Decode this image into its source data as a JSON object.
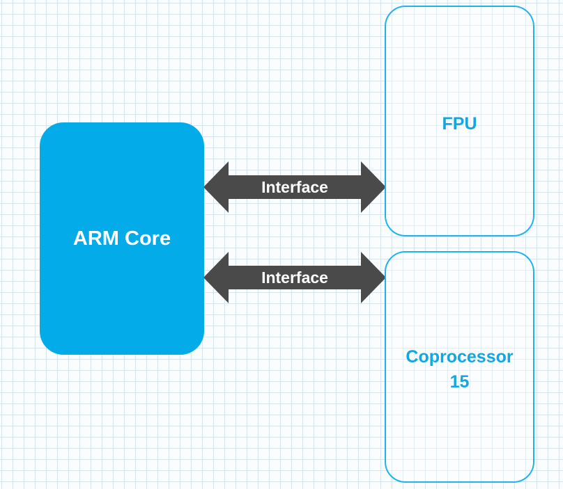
{
  "blocks": {
    "arm_core": "ARM Core",
    "fpu": "FPU",
    "coprocessor": "Coprocessor\n15"
  },
  "interfaces": [
    {
      "label": "Interface"
    },
    {
      "label": "Interface"
    }
  ],
  "colors": {
    "core_fill": "#03abe8",
    "outline": "#1fb3e9",
    "outline_text": "#13a7e0",
    "arrow": "#4a4a4a",
    "grid": "#d6e4ee"
  }
}
